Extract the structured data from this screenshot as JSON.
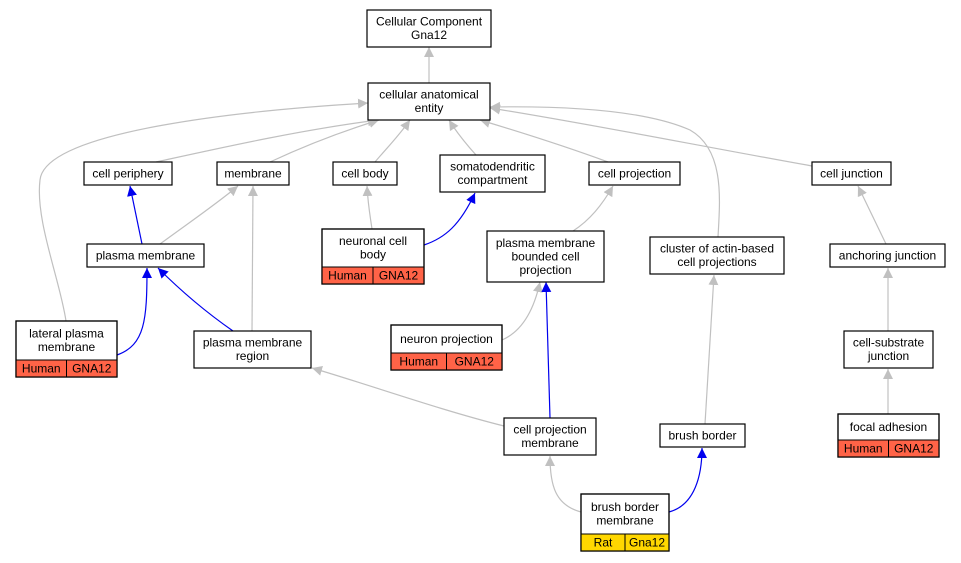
{
  "colors": {
    "gray_edge": "#c0c0c0",
    "blue_edge": "#0000ee",
    "human_tag": "#ff6347",
    "rat_tag": "#ffd700"
  },
  "nodes": [
    {
      "id": "cc",
      "lines": [
        "Cellular Component",
        "Gna12"
      ]
    },
    {
      "id": "cae",
      "lines": [
        "cellular anatomical",
        "entity"
      ]
    },
    {
      "id": "cp",
      "lines": [
        "cell periphery"
      ]
    },
    {
      "id": "mem",
      "lines": [
        "membrane"
      ]
    },
    {
      "id": "cb",
      "lines": [
        "cell body"
      ]
    },
    {
      "id": "sdc",
      "lines": [
        "somatodendritic",
        "compartment"
      ]
    },
    {
      "id": "cproj",
      "lines": [
        "cell projection"
      ]
    },
    {
      "id": "cj",
      "lines": [
        "cell junction"
      ]
    },
    {
      "id": "pm",
      "lines": [
        "plasma membrane"
      ]
    },
    {
      "id": "ncb",
      "lines": [
        "neuronal cell",
        "body"
      ],
      "tags": [
        {
          "label": "Human",
          "color": "human"
        },
        {
          "label": "GNA12",
          "color": "human"
        }
      ]
    },
    {
      "id": "pmbcp",
      "lines": [
        "plasma membrane",
        "bounded cell",
        "projection"
      ]
    },
    {
      "id": "cabcp",
      "lines": [
        "cluster of actin-based",
        "cell projections"
      ]
    },
    {
      "id": "aj",
      "lines": [
        "anchoring junction"
      ]
    },
    {
      "id": "lpm",
      "lines": [
        "lateral plasma",
        "membrane"
      ],
      "tags": [
        {
          "label": "Human",
          "color": "human"
        },
        {
          "label": "GNA12",
          "color": "human"
        }
      ]
    },
    {
      "id": "pmr",
      "lines": [
        "plasma membrane",
        "region"
      ]
    },
    {
      "id": "np",
      "lines": [
        "neuron projection"
      ],
      "tags": [
        {
          "label": "Human",
          "color": "human"
        },
        {
          "label": "GNA12",
          "color": "human"
        }
      ]
    },
    {
      "id": "csj",
      "lines": [
        "cell-substrate",
        "junction"
      ]
    },
    {
      "id": "cpm",
      "lines": [
        "cell projection",
        "membrane"
      ]
    },
    {
      "id": "bb",
      "lines": [
        "brush border"
      ]
    },
    {
      "id": "fa",
      "lines": [
        "focal adhesion"
      ],
      "tags": [
        {
          "label": "Human",
          "color": "human"
        },
        {
          "label": "GNA12",
          "color": "human"
        }
      ]
    },
    {
      "id": "bbm",
      "lines": [
        "brush border",
        "membrane"
      ],
      "tags": [
        {
          "label": "Rat",
          "color": "rat"
        },
        {
          "label": "Gna12",
          "color": "rat"
        }
      ]
    }
  ],
  "edges": [
    {
      "from": "cae",
      "to": "cc",
      "type": "gray"
    },
    {
      "from": "cp",
      "to": "cae",
      "type": "gray"
    },
    {
      "from": "mem",
      "to": "cae",
      "type": "gray"
    },
    {
      "from": "cb",
      "to": "cae",
      "type": "gray"
    },
    {
      "from": "sdc",
      "to": "cae",
      "type": "gray"
    },
    {
      "from": "cproj",
      "to": "cae",
      "type": "gray"
    },
    {
      "from": "cj",
      "to": "cae",
      "type": "gray"
    },
    {
      "from": "lpm",
      "to": "cae",
      "type": "gray"
    },
    {
      "from": "cabcp",
      "to": "cae",
      "type": "gray"
    },
    {
      "from": "pm",
      "to": "cp",
      "type": "blue"
    },
    {
      "from": "pm",
      "to": "mem",
      "type": "gray"
    },
    {
      "from": "pmr",
      "to": "mem",
      "type": "gray"
    },
    {
      "from": "ncb",
      "to": "cb",
      "type": "gray"
    },
    {
      "from": "ncb",
      "to": "sdc",
      "type": "blue"
    },
    {
      "from": "pmbcp",
      "to": "cproj",
      "type": "gray"
    },
    {
      "from": "aj",
      "to": "cj",
      "type": "gray"
    },
    {
      "from": "lpm",
      "to": "pm",
      "type": "blue"
    },
    {
      "from": "pmr",
      "to": "pm",
      "type": "blue"
    },
    {
      "from": "np",
      "to": "pmbcp",
      "type": "gray"
    },
    {
      "from": "cpm",
      "to": "pmbcp",
      "type": "blue"
    },
    {
      "from": "bb",
      "to": "cabcp",
      "type": "gray"
    },
    {
      "from": "csj",
      "to": "aj",
      "type": "gray"
    },
    {
      "from": "fa",
      "to": "csj",
      "type": "gray"
    },
    {
      "from": "cpm",
      "to": "pmr",
      "type": "gray"
    },
    {
      "from": "bbm",
      "to": "cpm",
      "type": "gray"
    },
    {
      "from": "bbm",
      "to": "bb",
      "type": "blue"
    }
  ]
}
